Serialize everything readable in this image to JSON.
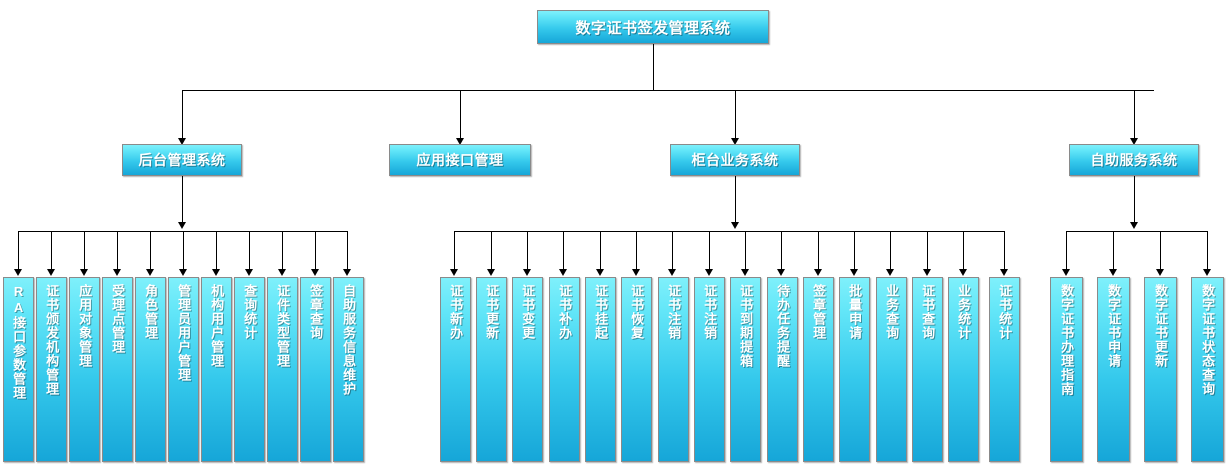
{
  "diagram": {
    "title": "数字证书签发管理系统",
    "type": "organizational-tree",
    "accent_color": "#35c9ec",
    "root": {
      "label": "数字证书签发管理系统"
    },
    "branches": [
      {
        "label": "后台管理系统",
        "children": [
          "RA接口参数管理",
          "证书颁发机构管理",
          "应用对象管理",
          "受理点管理",
          "角色管理",
          "管理员用户管理",
          "机构用户管理",
          "查询统计",
          "证件类型管理",
          "签章查询",
          "自助服务信息维护"
        ]
      },
      {
        "label": "应用接口管理",
        "children": []
      },
      {
        "label": "柜台业务系统",
        "children": [
          "证书新办",
          "证书更新",
          "证书变更",
          "证书补办",
          "证书挂起",
          "证书恢复",
          "证书注销",
          "证书注销",
          "证书到期提箱",
          "待办任务提醒",
          "签章管理",
          "批量申请",
          "业务查询",
          "证书查询",
          "业务统计",
          "证书统计"
        ]
      },
      {
        "label": "自助服务系统",
        "children": [
          "数字证书办理指南",
          "数字证书申请",
          "数字证书更新",
          "数字证书状态查询"
        ]
      }
    ]
  }
}
